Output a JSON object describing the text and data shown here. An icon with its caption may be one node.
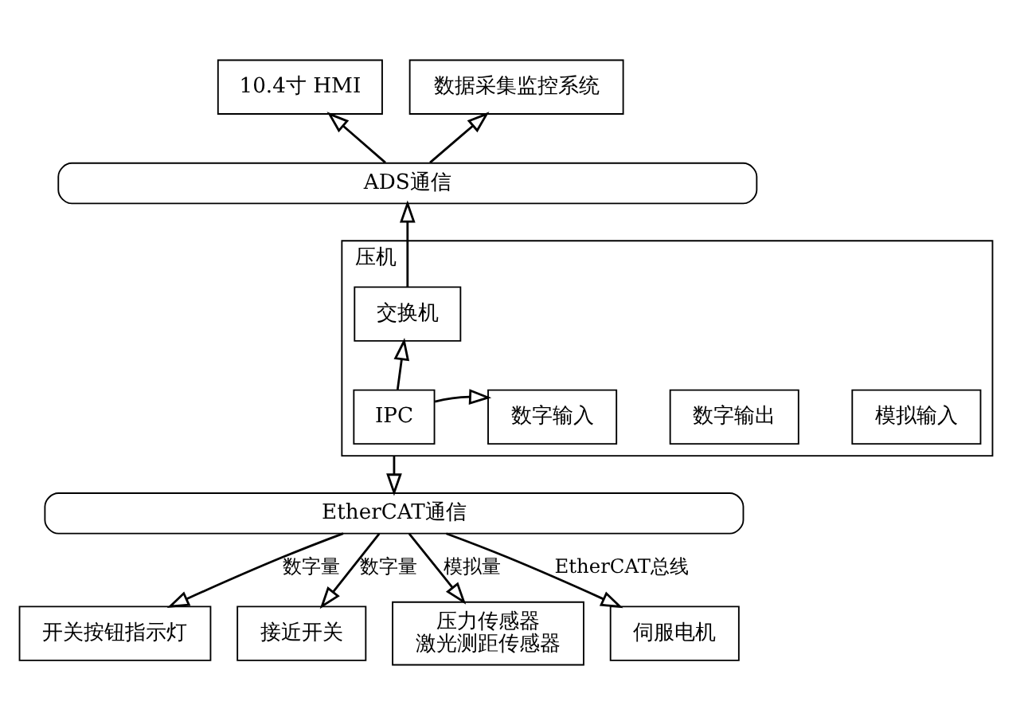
{
  "diagram": {
    "nodes": [
      {
        "text": [
          "10.4寸 HMI"
        ]
      },
      {
        "text": [
          "数据采集监控系统"
        ]
      },
      {
        "text": [
          "ADS通信"
        ]
      },
      {
        "text": [
          "压机"
        ]
      },
      {
        "text": [
          "交换机"
        ],
        "in": 3
      },
      {
        "text": [
          "IPC"
        ],
        "in": 3
      },
      {
        "text": [
          "数字输入"
        ],
        "in": 3
      },
      {
        "text": [
          "数字输出"
        ],
        "in": 3
      },
      {
        "text": [
          "模拟输入"
        ],
        "in": 3
      },
      {
        "text": [
          "EtherCAT通信"
        ]
      },
      {
        "text": [
          "开关按钮指示灯"
        ]
      },
      {
        "text": [
          "接近开关"
        ]
      },
      {
        "text": [
          "压力传感器",
          "激光测距传感器"
        ]
      },
      {
        "text": [
          "伺服电机"
        ]
      }
    ],
    "edges": [
      {
        "from": 2,
        "to": 0,
        "arrow": "to"
      },
      {
        "from": 2,
        "to": 1,
        "arrow": "to"
      },
      {
        "from": 4,
        "to": 2,
        "arrow": "to"
      },
      {
        "from": 5,
        "to": 4,
        "arrow": "to"
      },
      {
        "from": 5,
        "to": 6,
        "arrow": "to"
      },
      {
        "from": 3,
        "to": 9,
        "arrow": "to"
      },
      {
        "from": 9,
        "to": 10,
        "arrow": "to",
        "label": "数字量"
      },
      {
        "from": 9,
        "to": 11,
        "arrow": "to",
        "label": "数字量"
      },
      {
        "from": 9,
        "to": 12,
        "arrow": "to",
        "label": "模拟量"
      },
      {
        "from": 9,
        "to": 13,
        "arrow": "to",
        "label": "EtherCAT总线"
      }
    ]
  }
}
